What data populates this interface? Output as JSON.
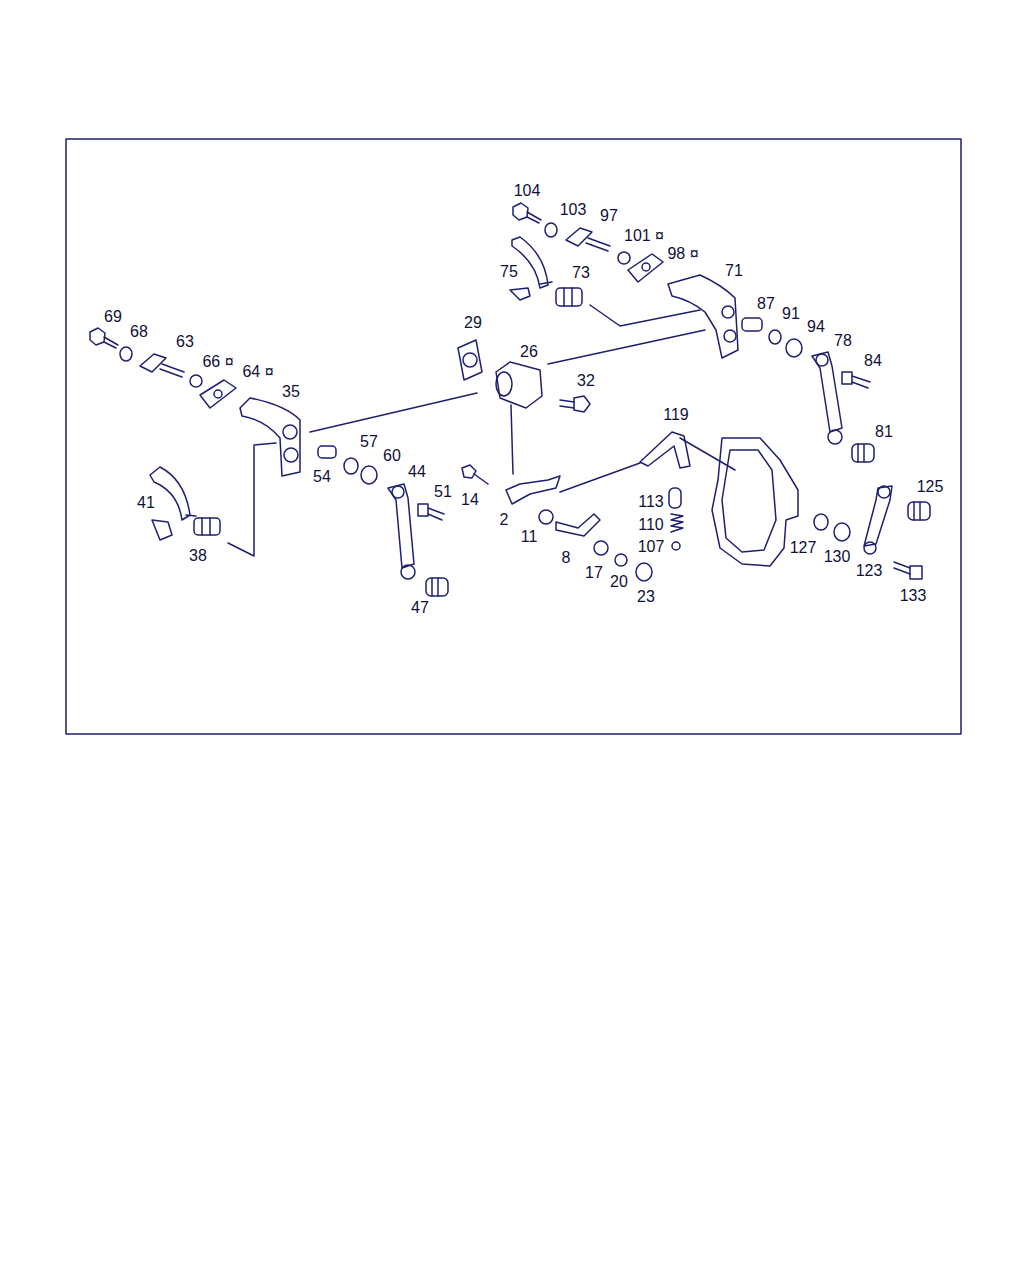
{
  "diagram": {
    "labels": [
      "104",
      "103",
      "97",
      "101 ¤",
      "98 ¤",
      "75",
      "73",
      "71",
      "29",
      "69",
      "68",
      "63",
      "66 ¤",
      "64 ¤",
      "35",
      "26",
      "32",
      "87",
      "91",
      "94",
      "78",
      "84",
      "119",
      "81",
      "57",
      "60",
      "44",
      "54",
      "51",
      "14",
      "41",
      "2",
      "11",
      "113",
      "110",
      "107",
      "125",
      "127",
      "130",
      "123",
      "8",
      "17",
      "20",
      "23",
      "38",
      "47",
      "133"
    ]
  }
}
